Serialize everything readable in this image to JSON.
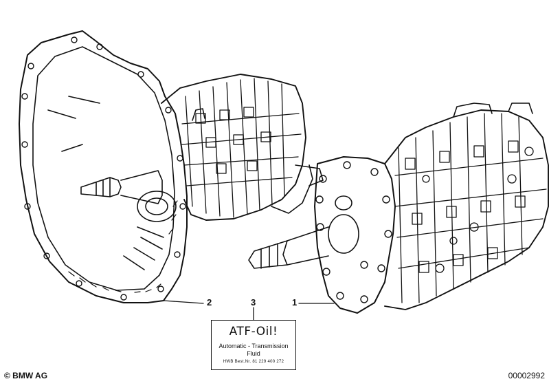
{
  "callouts": {
    "one": "1",
    "two": "2",
    "three": "3"
  },
  "label": {
    "title": "ATF-Oil!",
    "line1": "Automatic - Transmission",
    "line2": "Fluid",
    "part_number": "HWB Best.Nr. 81 229 400 272"
  },
  "footer": {
    "copyright": "© BMW AG",
    "document_number": "00002992"
  },
  "colors": {
    "line": "#111111",
    "background": "#ffffff"
  }
}
